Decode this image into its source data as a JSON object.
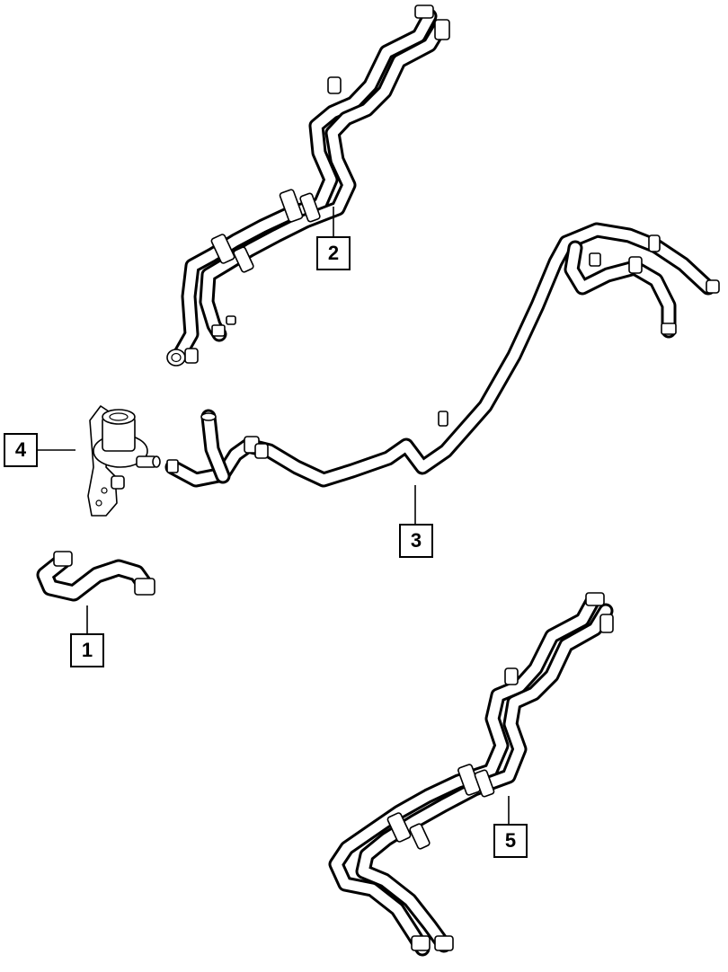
{
  "diagram": {
    "callouts": [
      {
        "id": "2",
        "label": "2"
      },
      {
        "id": "3",
        "label": "3"
      },
      {
        "id": "4",
        "label": "4"
      },
      {
        "id": "1",
        "label": "1"
      },
      {
        "id": "5",
        "label": "5"
      }
    ],
    "colors": {
      "line": "#000000",
      "background": "#ffffff"
    },
    "parts": [
      "hose-1-icon",
      "hose-assembly-2-icon",
      "hose-assembly-3-icon",
      "pump-4-icon",
      "hose-assembly-5-icon"
    ]
  }
}
